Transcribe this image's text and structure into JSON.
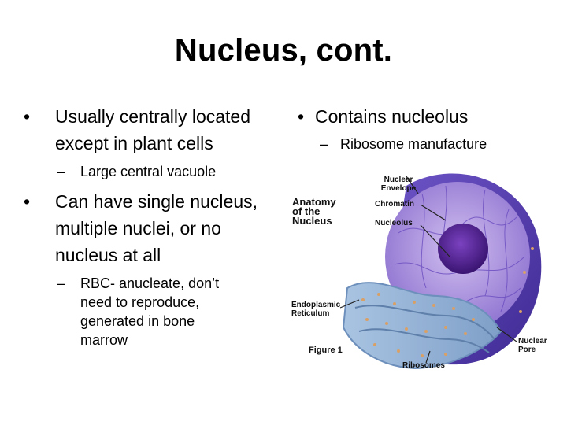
{
  "slide": {
    "title": "Nucleus, cont.",
    "left_column": {
      "bullet1": {
        "line1": "Usually centrally located",
        "line2": "except in plant cells"
      },
      "sub1": "Large central vacuole",
      "bullet2": {
        "line1": "Can have single nucleus,",
        "line2": "multiple nuclei, or no",
        "line3": "nucleus at all"
      },
      "sub2": {
        "line1": "RBC- anucleate, don’t",
        "line2": "need to reproduce,",
        "line3": "generated in bone",
        "line4": "marrow"
      }
    },
    "right_column": {
      "bullet1": "Contains nucleolus",
      "sub1": "Ribosome manufacture"
    },
    "bullet_symbol": "•",
    "dash_symbol": "–"
  },
  "figure": {
    "heading_line1": "Anatomy",
    "heading_line2": "of the",
    "heading_line3": "Nucleus",
    "caption": "Figure 1",
    "labels": {
      "nuclear_envelope_1": "Nuclear",
      "nuclear_envelope_2": "Envelope",
      "chromatin": "Chromatin",
      "nucleolus": "Nucleolus",
      "er_1": "Endoplasmic",
      "er_2": "Reticulum",
      "nuclear_pore_1": "Nuclear",
      "nuclear_pore_2": "Pore",
      "ribosomes": "Ribosomes"
    },
    "colors": {
      "nucleus_purple": "#5a3fb0",
      "interior_light": "#b49be0",
      "nucleolus_dark": "#4b1f8a",
      "er_blue": "#8fb0d4",
      "ribosome_orange": "#d9a066"
    }
  }
}
